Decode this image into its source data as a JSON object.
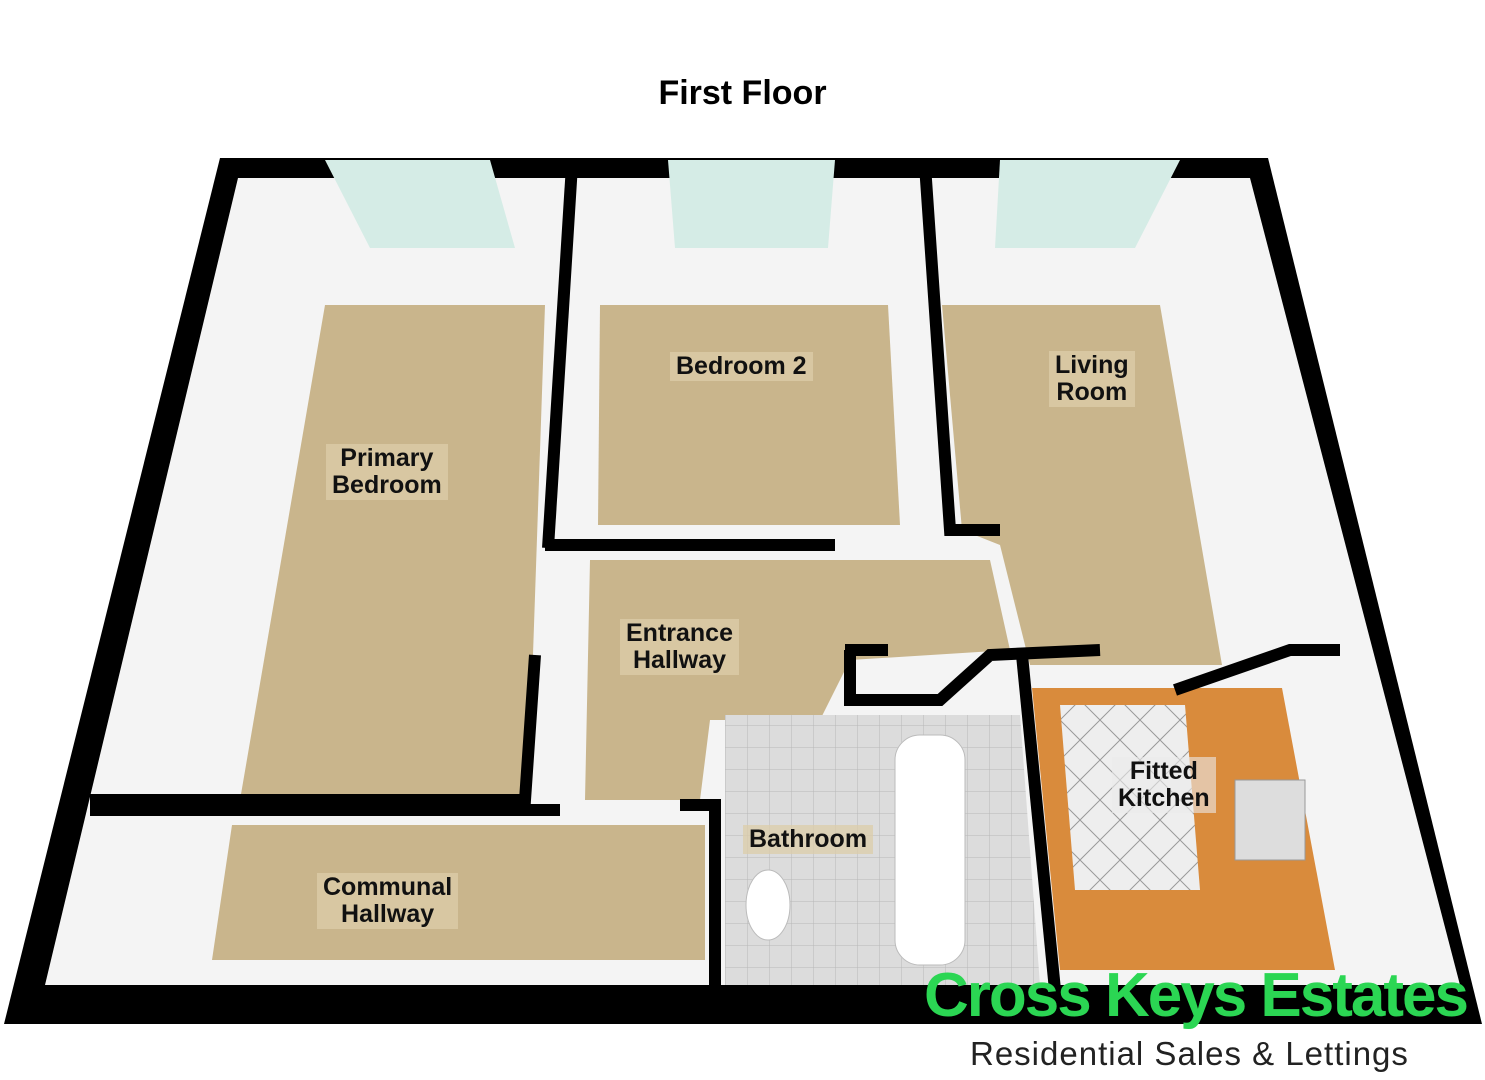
{
  "title": "First Floor",
  "rooms": {
    "primary_bedroom": "Primary\nBedroom",
    "bedroom_2": "Bedroom 2",
    "living_room": "Living\nRoom",
    "entrance_hallway": "Entrance\nHallway",
    "bathroom": "Bathroom",
    "fitted_kitchen": "Fitted\nKitchen",
    "communal_hallway": "Communal\nHallway"
  },
  "branding": {
    "name": "Cross Keys Estates",
    "tagline": "Residential Sales & Lettings",
    "color": "#2bd653"
  },
  "colors": {
    "wall": "#000000",
    "carpet": "#c9b58c",
    "kitchen_floor": "#d98b3c",
    "tile": "#d8d8d8"
  }
}
